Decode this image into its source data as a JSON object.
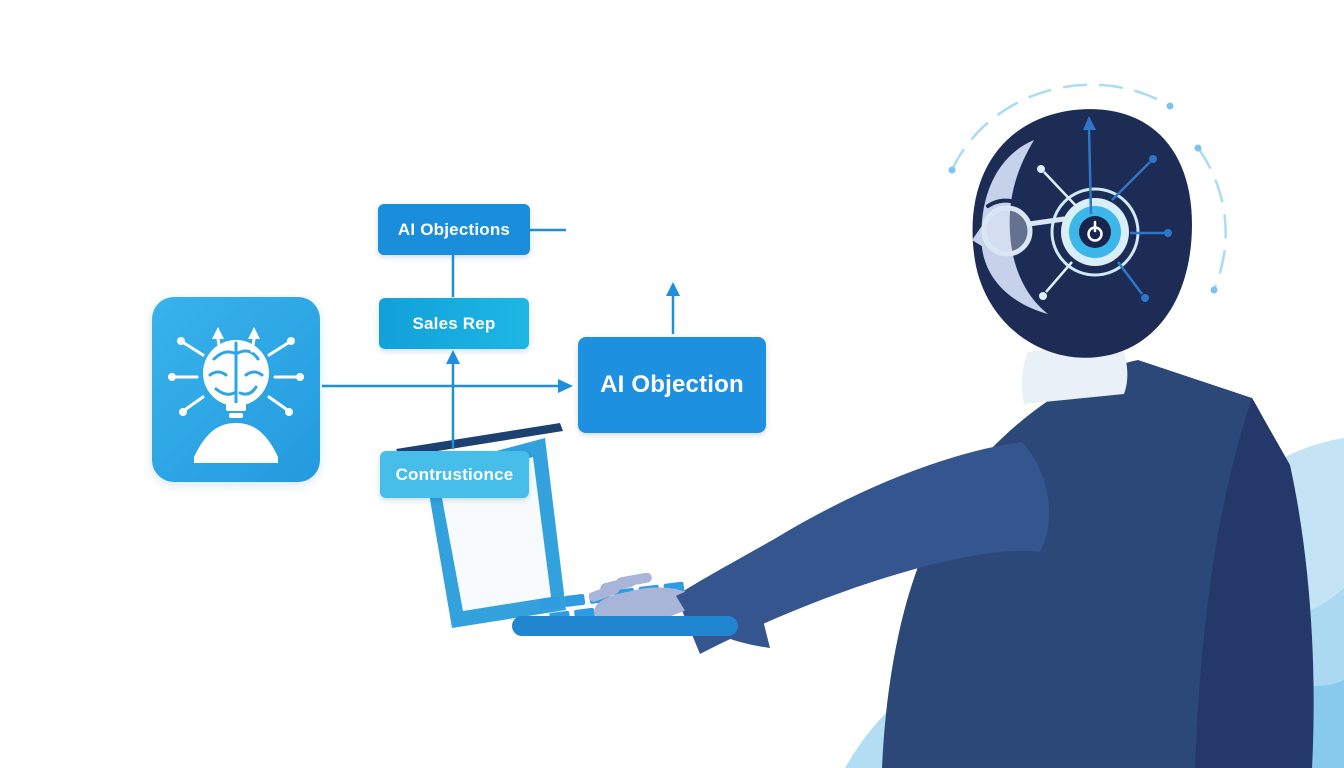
{
  "illustration": {
    "title": "AI objection handling illustration",
    "boxes": [
      {
        "id": "ai-objections",
        "label": "AI Objections"
      },
      {
        "id": "sales-rep",
        "label": "Sales Rep"
      },
      {
        "id": "ai-objection",
        "label": "AI Objection"
      },
      {
        "id": "contrustionce",
        "label": "Contrustionce"
      }
    ],
    "icons": [
      "brain-circuit-icon",
      "laptop-icon",
      "headset-rings-icon",
      "glasses-icon",
      "circuit-lines-decoration",
      "person-illustration"
    ],
    "colors": {
      "background": "#ffffff",
      "box_blue": "#1b8edb",
      "box_cyan": "#14aede",
      "box_light_blue": "#47bde9",
      "big_box_blue": "#1e90e0",
      "arrow_blue": "#1e8fdc",
      "tile_blue": "#2ba7e6",
      "suit_navy": "#2b4878",
      "hair_navy": "#1d2c55",
      "skin_lavender": "#c6d2ea",
      "accent_light": "#aadcf3",
      "wave_light": "#a6d7f0"
    }
  }
}
